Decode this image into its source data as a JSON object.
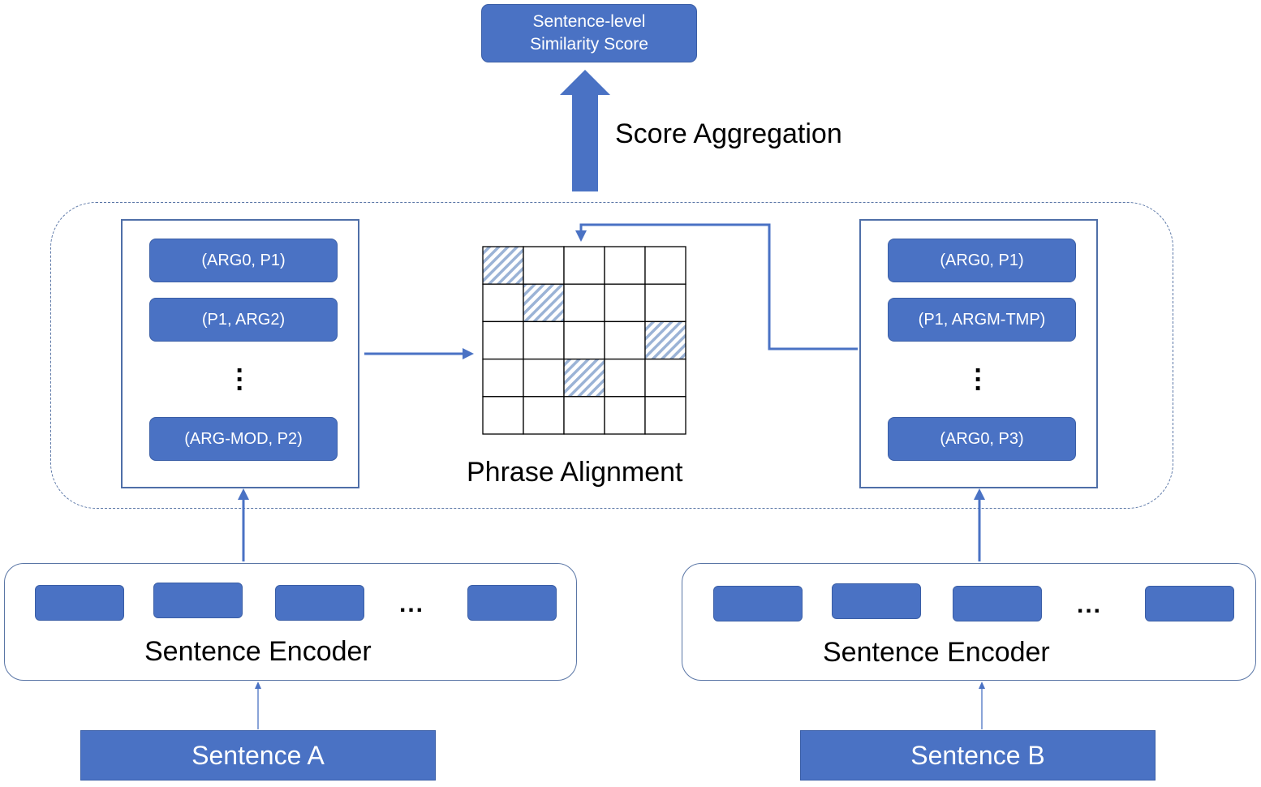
{
  "score_box": {
    "line1": "Sentence-level",
    "line2": "Similarity Score"
  },
  "score_aggregation_label": "Score Aggregation",
  "phrase_alignment_label": "Phrase Alignment",
  "left_panel": {
    "pairs": [
      "(ARG0, P1)",
      "(P1, ARG2)",
      "(ARG-MOD, P2)"
    ]
  },
  "right_panel": {
    "pairs": [
      "(ARG0, P1)",
      "(P1, ARGM-TMP)",
      "(ARG0, P3)"
    ]
  },
  "encoder_left": {
    "label": "Sentence Encoder",
    "ellipsis": "..."
  },
  "encoder_right": {
    "label": "Sentence Encoder",
    "ellipsis": "..."
  },
  "sentence_a": "Sentence A",
  "sentence_b": "Sentence B",
  "colors": {
    "box_fill": "#4a72c4",
    "line": "#4a72c4",
    "hatch": "#9bb3d6"
  },
  "alignment_grid": {
    "rows": 5,
    "cols": 5,
    "hatched_cells": [
      [
        0,
        0
      ],
      [
        1,
        1
      ],
      [
        2,
        4
      ],
      [
        3,
        2
      ]
    ]
  }
}
